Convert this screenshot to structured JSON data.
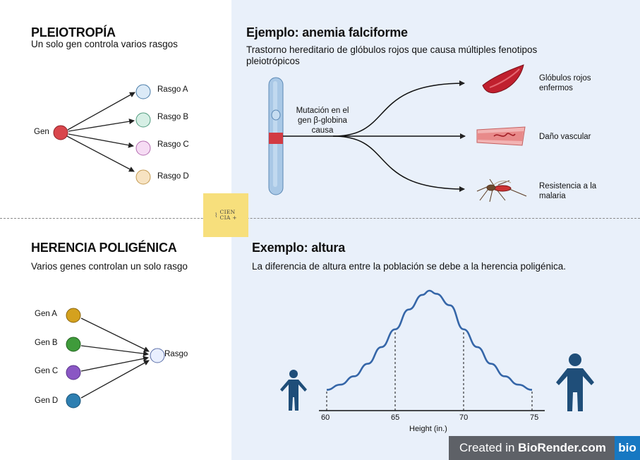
{
  "pleiotropy": {
    "title": "PLEIOTROPÍA",
    "subtitle": "Un solo gen controla varios rasgos",
    "gene_label": "Gen",
    "traits": [
      "Rasgo A",
      "Rasgo B",
      "Rasgo C",
      "Rasgo D"
    ],
    "gene_color": "#d9464c",
    "trait_colors": [
      "#dbeaf7",
      "#d6efe5",
      "#f6dcf4",
      "#f7e3c2"
    ]
  },
  "sickle_cell": {
    "title": "Ejemplo: anemia falciforme",
    "subtitle": "Trastorno hereditario de glóbulos rojos que causa múltiples fenotipos pleiotrópicos",
    "mutation_text": "Mutación en el gen β-globina causa",
    "outcomes": [
      "Glóbulos rojos enfermos",
      "Daño vascular",
      "Resistencia a la malaria"
    ],
    "icons": [
      "sickle-cell-icon",
      "blood-vessel-icon",
      "mosquito-icon",
      "chromosome-icon"
    ]
  },
  "polygenic": {
    "title": "HERENCIA POLIGÉNICA",
    "subtitle": "Varios genes controlan un solo rasgo",
    "genes": [
      "Gen A",
      "Gen B",
      "Gen C",
      "Gen D"
    ],
    "gene_colors": [
      "#d4a11e",
      "#3f9b3b",
      "#8a57c4",
      "#2e7fb1"
    ],
    "trait_label": "Rasgo"
  },
  "height": {
    "title": "Exemplo: altura",
    "subtitle": "La diferencia de altura entre la población se debe a la herencia poligénica.",
    "xlabel": "Height (in.)",
    "ticks": [
      "60",
      "65",
      "70",
      "75"
    ],
    "curve_color": "#3566a8",
    "person_color": "#1f4e79"
  },
  "chart_data": {
    "type": "line",
    "x": [
      60,
      61,
      62,
      63,
      64,
      65,
      66,
      67,
      67.5,
      68,
      69,
      70,
      71,
      72,
      73,
      74,
      75
    ],
    "values": [
      0.05,
      0.1,
      0.18,
      0.3,
      0.46,
      0.63,
      0.82,
      0.96,
      1.0,
      0.97,
      0.86,
      0.63,
      0.46,
      0.3,
      0.18,
      0.1,
      0.05
    ],
    "xlabel": "Height (in.)",
    "ylabel": "",
    "xlim": [
      59.5,
      76
    ],
    "xticks": [
      60,
      65,
      70,
      75
    ],
    "ylim": [
      0,
      1.05
    ],
    "grid": false
  },
  "logo": {
    "text_line1": "CIEN",
    "text_line2": "CIA +",
    "color": "#f7df7c"
  },
  "watermark": {
    "prefix": "Created in ",
    "brand": "BioRender.com",
    "badge": "bio"
  }
}
